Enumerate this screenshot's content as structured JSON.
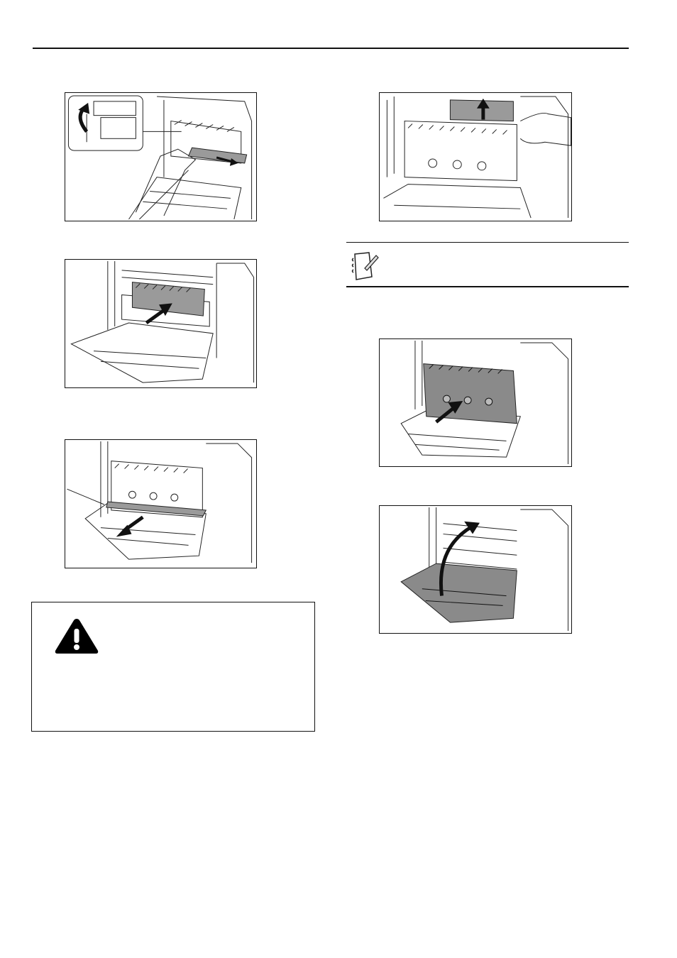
{
  "page": {
    "figures": [
      {
        "id": "fig1",
        "name": "pull-jammed-paper-figure"
      },
      {
        "id": "fig2",
        "name": "push-cover-figure"
      },
      {
        "id": "fig3",
        "name": "pull-out-fuser-figure"
      },
      {
        "id": "fig4",
        "name": "lift-paper-figure"
      },
      {
        "id": "fig5",
        "name": "insert-fuser-figure"
      },
      {
        "id": "fig6",
        "name": "close-rear-cover-figure"
      }
    ],
    "note": {
      "icon": "note-pad-icon"
    },
    "caution": {
      "icon": "warning-triangle-icon"
    }
  }
}
